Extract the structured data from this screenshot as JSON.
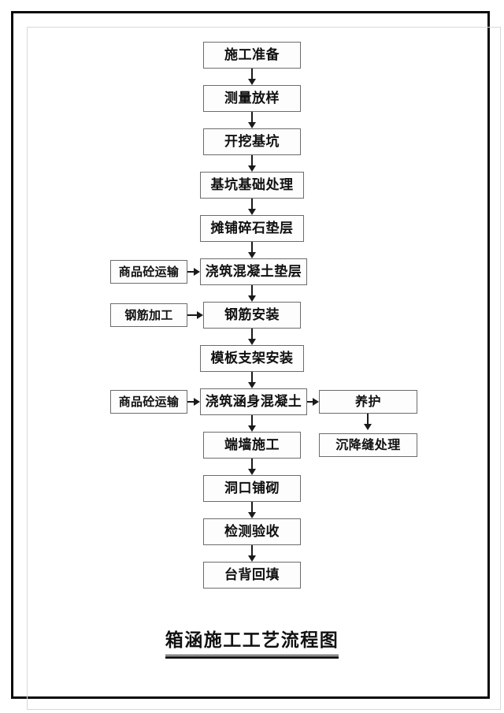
{
  "document": {
    "title": "箱涵施工工艺流程图",
    "border_color": "#0a0a0a",
    "box_border_color": "#6b6b6b",
    "line_color": "#1a1a1a",
    "background": "#ffffff"
  },
  "chart_data": {
    "type": "diagram",
    "diagram_kind": "flowchart",
    "title": "箱涵施工工艺流程图",
    "orientation": "top-to-bottom",
    "main_sequence": [
      "施工准备",
      "测量放样",
      "开挖基坑",
      "基坑基础处理",
      "摊铺碎石垫层",
      "浇筑混凝土垫层",
      "钢筋安装",
      "模板支架安装",
      "浇筑涵身混凝土",
      "端墙施工",
      "洞口铺砌",
      "检测验收",
      "台背回填"
    ],
    "side_inputs_left": [
      {
        "label": "商品砼运输",
        "target": "浇筑混凝土垫层"
      },
      {
        "label": "钢筋加工",
        "target": "钢筋安装"
      },
      {
        "label": "商品砼运输",
        "target": "浇筑涵身混凝土"
      }
    ],
    "branch_right": [
      {
        "label": "养护",
        "from": "浇筑涵身混凝土"
      },
      {
        "label": "沉降缝处理",
        "from": "养护"
      }
    ],
    "edges": [
      {
        "from": "施工准备",
        "to": "测量放样",
        "direction": "down"
      },
      {
        "from": "测量放样",
        "to": "开挖基坑",
        "direction": "down"
      },
      {
        "from": "开挖基坑",
        "to": "基坑基础处理",
        "direction": "down"
      },
      {
        "from": "基坑基础处理",
        "to": "摊铺碎石垫层",
        "direction": "down"
      },
      {
        "from": "摊铺碎石垫层",
        "to": "浇筑混凝土垫层",
        "direction": "down"
      },
      {
        "from": "商品砼运输",
        "to": "浇筑混凝土垫层",
        "direction": "right"
      },
      {
        "from": "浇筑混凝土垫层",
        "to": "钢筋安装",
        "direction": "down"
      },
      {
        "from": "钢筋加工",
        "to": "钢筋安装",
        "direction": "right"
      },
      {
        "from": "钢筋安装",
        "to": "模板支架安装",
        "direction": "down"
      },
      {
        "from": "模板支架安装",
        "to": "浇筑涵身混凝土",
        "direction": "down"
      },
      {
        "from": "商品砼运输",
        "to": "浇筑涵身混凝土",
        "direction": "right"
      },
      {
        "from": "浇筑涵身混凝土",
        "to": "养护",
        "direction": "right"
      },
      {
        "from": "养护",
        "to": "沉降缝处理",
        "direction": "down"
      },
      {
        "from": "浇筑涵身混凝土",
        "to": "端墙施工",
        "direction": "down"
      },
      {
        "from": "端墙施工",
        "to": "洞口铺砌",
        "direction": "down"
      },
      {
        "from": "洞口铺砌",
        "to": "检测验收",
        "direction": "down"
      },
      {
        "from": "检测验收",
        "to": "台背回填",
        "direction": "down"
      }
    ],
    "node_count": 18,
    "edge_count": 17
  },
  "nodes": {
    "n1": {
      "label": "施工准备"
    },
    "n2": {
      "label": "测量放样"
    },
    "n3": {
      "label": "开挖基坑"
    },
    "n4": {
      "label": "基坑基础处理"
    },
    "n5": {
      "label": "摊铺碎石垫层"
    },
    "n6": {
      "label": "浇筑混凝土垫层"
    },
    "n7": {
      "label": "钢筋安装"
    },
    "n8": {
      "label": "模板支架安装"
    },
    "n9": {
      "label": "浇筑涵身混凝土"
    },
    "n10": {
      "label": "端墙施工"
    },
    "n11": {
      "label": "洞口铺砌"
    },
    "n12": {
      "label": "检测验收"
    },
    "n13": {
      "label": "台背回填"
    },
    "s1": {
      "label": "商品砼运输"
    },
    "s2": {
      "label": "钢筋加工"
    },
    "s3": {
      "label": "商品砼运输"
    },
    "r1": {
      "label": "养护"
    },
    "r2": {
      "label": "沉降缝处理"
    }
  }
}
